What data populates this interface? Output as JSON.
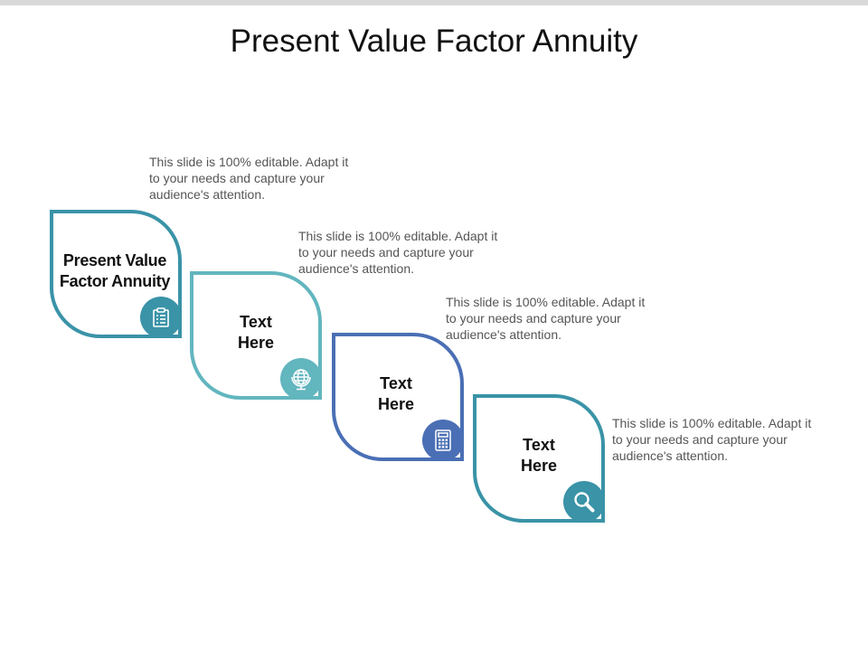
{
  "title": "Present Value Factor Annuity",
  "steps": [
    {
      "label": "Present Value Factor Annuity",
      "description": "This slide is 100% editable. Adapt it to your needs and capture your audience's attention.",
      "icon": "clipboard-icon",
      "color": "#3a93a7"
    },
    {
      "label": "Text Here",
      "description": "This slide is 100% editable. Adapt it to your needs and capture your audience's attention.",
      "icon": "globe-icon",
      "color": "#62b6be"
    },
    {
      "label": "Text Here",
      "description": "This slide is 100% editable. Adapt it to your needs and capture your audience's attention.",
      "icon": "calculator-icon",
      "color": "#4a6fb5"
    },
    {
      "label": "Text Here",
      "description": "This slide is 100% editable. Adapt it to your needs and capture your audience's attention.",
      "icon": "magnifier-icon",
      "color": "#3a93a7"
    }
  ]
}
